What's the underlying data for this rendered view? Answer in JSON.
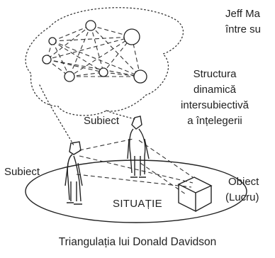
{
  "header_text": {
    "line1": "Jeff Ma",
    "line2": "între su"
  },
  "labels": {
    "structure": [
      "Structura",
      "dinamică",
      "intersubiectivă",
      "a înțelegerii"
    ],
    "subject_top": "Subiect",
    "subject_left": "Subiect",
    "object_line1": "Obiect",
    "object_line2": "(Lucru)",
    "situation": "SITUAȚIE",
    "caption": "Triangulația lui Donald Davidson"
  },
  "colors": {
    "ink": "#222222",
    "background": "#ffffff"
  }
}
